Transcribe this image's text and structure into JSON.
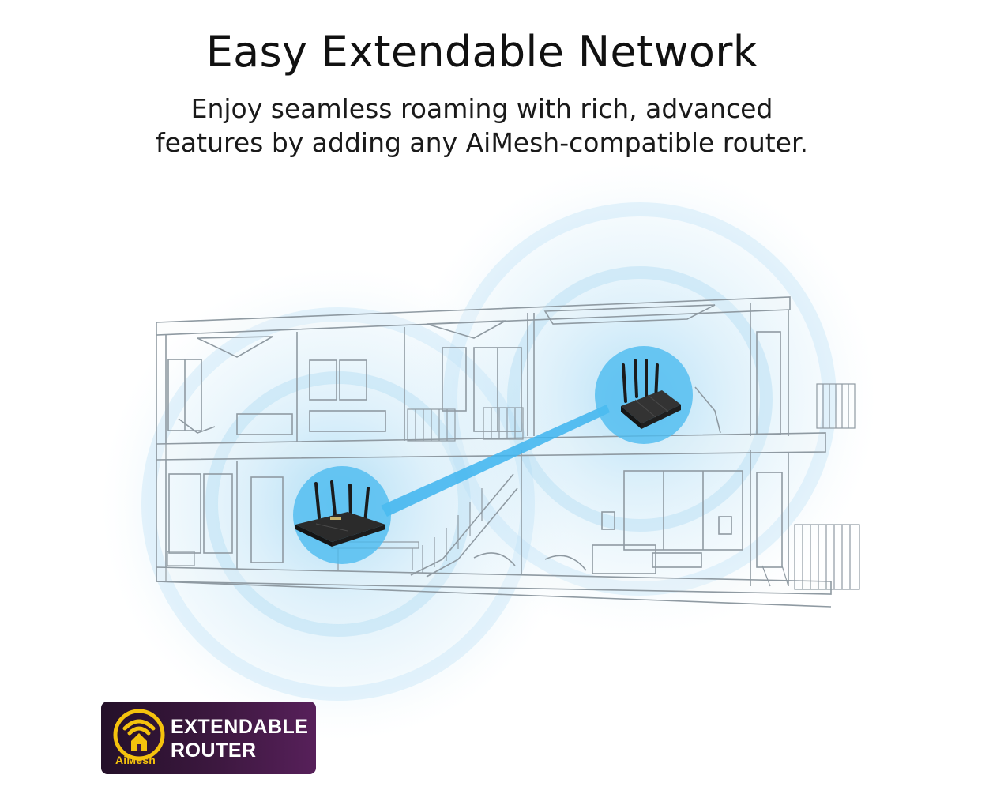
{
  "headline": "Easy Extendable Network",
  "subtitle_lines": [
    "Enjoy seamless roaming with rich, advanced",
    "features by adding any AiMesh-compatible router."
  ],
  "badge": {
    "logo_text": "AiMesh",
    "label_lines": [
      "EXTENDABLE",
      "ROUTER"
    ],
    "logo_icon": "wifi-house-icon",
    "colors": {
      "background": "#3d1840",
      "accent": "#f4c20d",
      "text": "#ffffff"
    }
  },
  "illustration": {
    "subject": "two-story house cutaway",
    "devices": [
      "primary-router",
      "extender-router"
    ],
    "colors": {
      "coverage": "#a9daf3",
      "link": "#3db4ee",
      "line": "#9aa5ad"
    }
  }
}
